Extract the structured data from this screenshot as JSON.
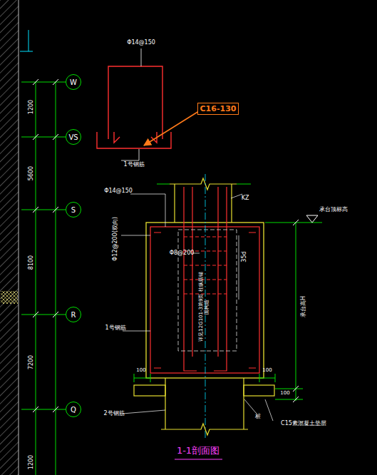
{
  "diagram": {
    "title": "1-1剖面图",
    "nodes": [
      {
        "text": [
          "W"
        ]
      },
      {
        "text": [
          "VS"
        ]
      },
      {
        "text": [
          "S"
        ]
      },
      {
        "text": [
          "R"
        ]
      },
      {
        "text": [
          "Q"
        ]
      },
      {
        "text": [
          "C16-130"
        ]
      }
    ],
    "labels": [
      "1200",
      "5600",
      "8100",
      "7200",
      "1200",
      "Φ14@150",
      "1号钢筋",
      "Φ14@150",
      "KZ",
      "承台顶标高",
      "Φ12@200(双向)",
      "Φ8@200",
      "35d",
      "承台高H",
      "详见12G101-3第9页 柱纵筋锚固构造",
      "1号钢筋",
      "100",
      "100",
      "100",
      "2号钢筋",
      "桩",
      "C15素混凝土垫层"
    ]
  }
}
